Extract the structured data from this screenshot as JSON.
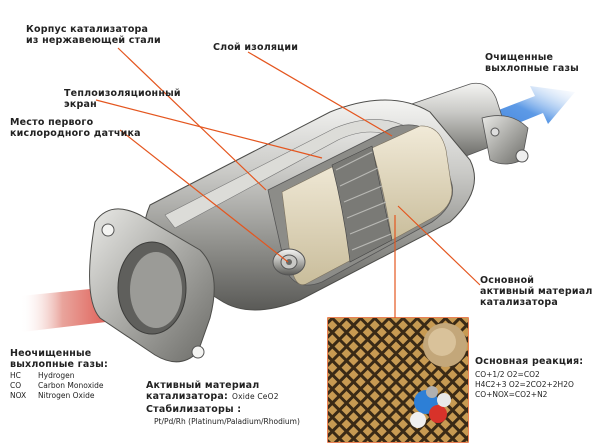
{
  "colors": {
    "callout_line": "#e4561f",
    "inlet_arrow": "#d8322a",
    "outlet_arrow": "#2f74d6",
    "detail_frame": "#e4561f"
  },
  "labels": {
    "housing": "Корпус катализатора\nиз нержавеющей стали",
    "insulation_layer": "Слой изоляции",
    "clean_gases": "Очищенные\nвыхлопные газы",
    "heat_shield": "Теплоизоляционный\nэкран",
    "sensor_place": "Место первого\nкислородного датчика",
    "main_active": "Основной\nактивный материал\nкатализатора",
    "dirty_gases": "Неочищенные\nвыхлопные газы:"
  },
  "gases": [
    {
      "formula": "HC",
      "name": "Hydrogen"
    },
    {
      "formula": "CO",
      "name": "Carbon Monoxide"
    },
    {
      "formula": "NOX",
      "name": "Nitrogen Oxide"
    }
  ],
  "active_material": {
    "title": "Активный материал\nкатализатора:",
    "value": "Oxide CeO2"
  },
  "stabilizers": {
    "title": "Стабилизаторы :",
    "value": "Pt/Pd/Rh (Platinum/Paladium/Rhodium)"
  },
  "reaction": {
    "title": "Основная реакция:",
    "lines": [
      "CO+1/2 O2=CO2",
      "H4C2+3 O2=2CO2+2H2O",
      "CO+NOX=CO2+N2"
    ]
  }
}
